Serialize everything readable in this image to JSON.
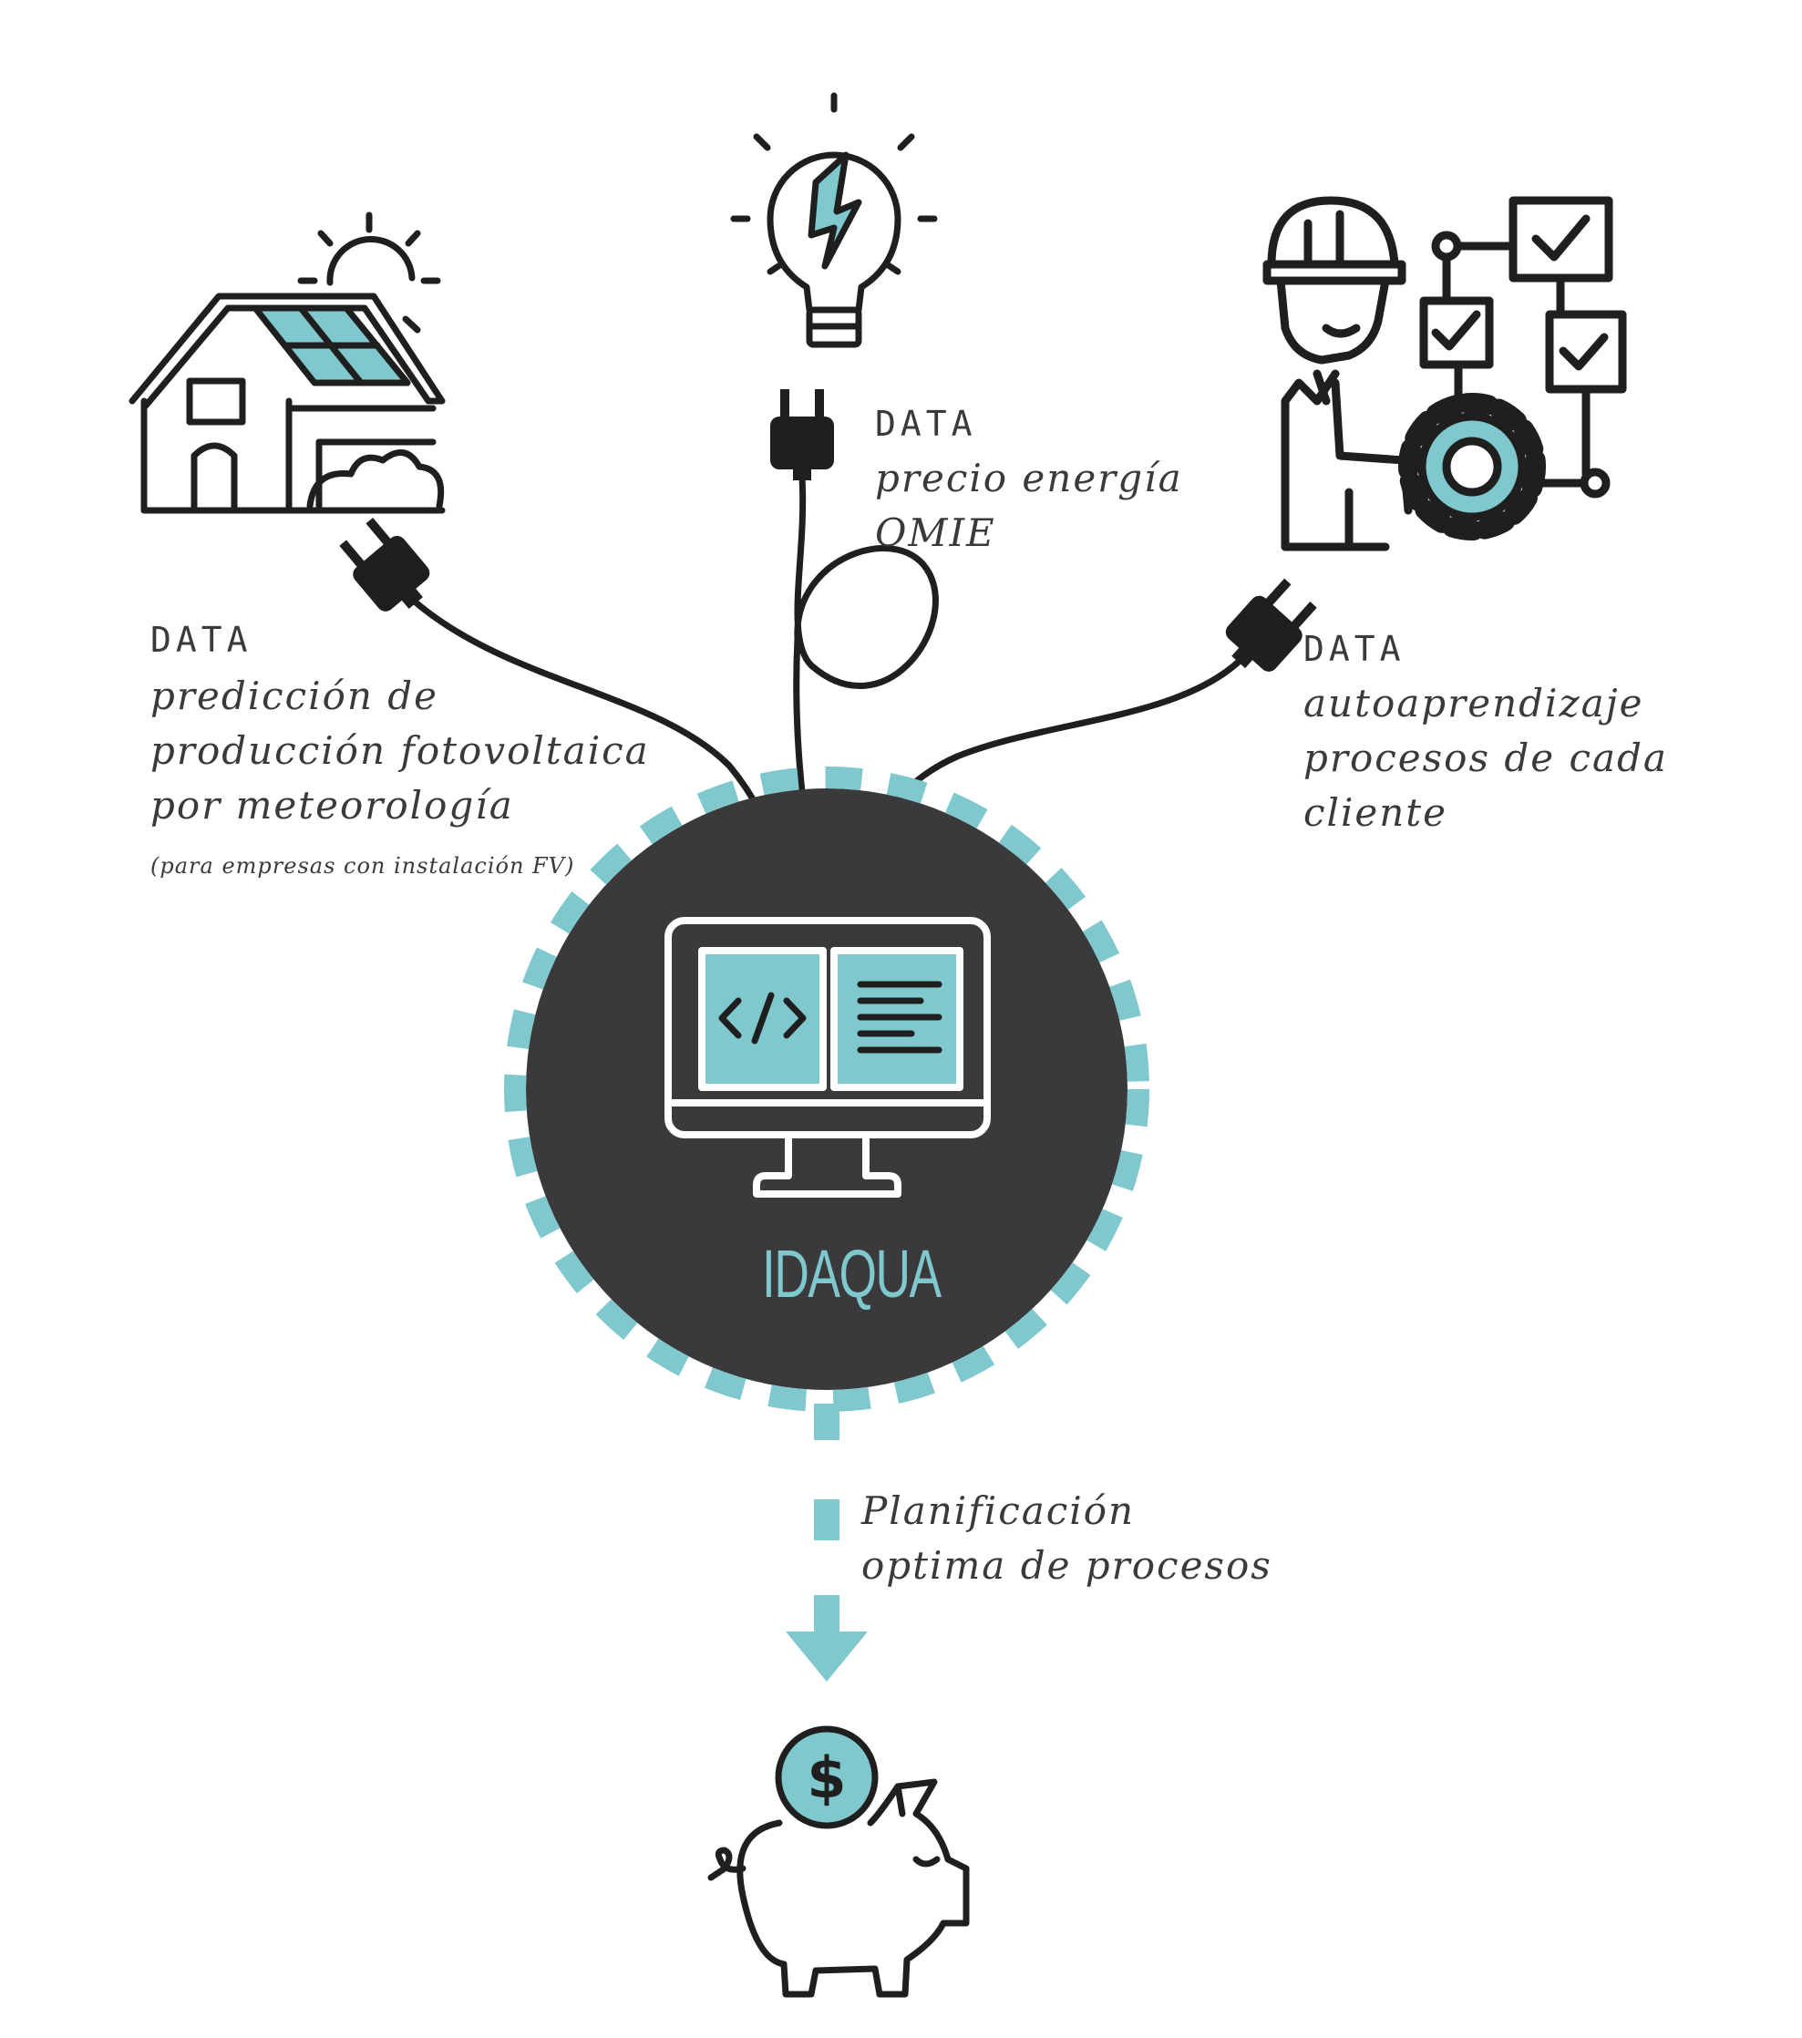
{
  "colors": {
    "accent": "#7ec8ce",
    "dark": "#3a3a3c",
    "outline": "#1f1f1f",
    "white": "#ffffff"
  },
  "icons": {
    "house": "solar-house-icon",
    "bulb": "lightbulb-energy-icon",
    "worker": "engineer-process-icon",
    "computer": "computer-code-icon",
    "piggy": "piggy-bank-dollar-icon",
    "plug": "power-plug-icon"
  },
  "center": {
    "brand": "IDAQUA"
  },
  "inputs": {
    "solar": {
      "heading": "DATA",
      "lines": [
        "predicción de",
        "producción fotovoltaica",
        "por meteorología"
      ],
      "note": "(para empresas con instalación FV)"
    },
    "price": {
      "heading": "DATA",
      "lines": [
        "precio energía",
        "OMIE"
      ]
    },
    "learning": {
      "heading": "DATA",
      "lines": [
        "autoaprendizaje",
        "procesos de cada",
        "cliente"
      ]
    }
  },
  "output": {
    "lines": [
      "Planificación",
      "optima de procesos"
    ]
  }
}
